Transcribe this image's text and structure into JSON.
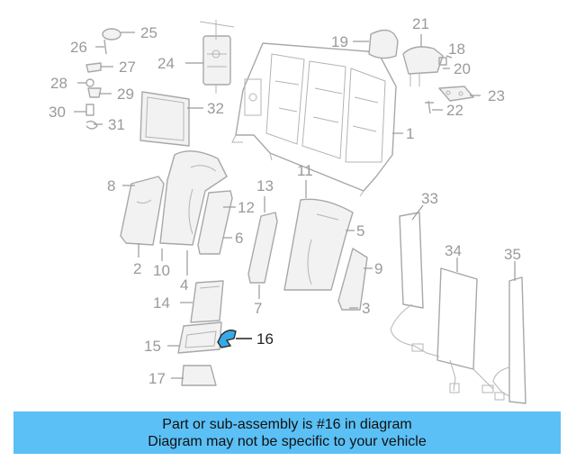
{
  "diagram": {
    "highlighted_part": "16",
    "colors": {
      "highlight": "#39a9e6",
      "banner": "#5bc0f5",
      "parts": "#a8a8a8",
      "active_label": "#222222"
    },
    "callouts": {
      "c1": "1",
      "c2": "2",
      "c3": "3",
      "c4": "4",
      "c5": "5",
      "c6": "6",
      "c7": "7",
      "c8": "8",
      "c9": "9",
      "c10": "10",
      "c11": "11",
      "c12": "12",
      "c13": "13",
      "c14": "14",
      "c15": "15",
      "c16": "16",
      "c17": "17",
      "c18": "18",
      "c19": "19",
      "c20": "20",
      "c21": "21",
      "c22": "22",
      "c23": "23",
      "c24": "24",
      "c25": "25",
      "c26": "26",
      "c27": "27",
      "c28": "28",
      "c29": "29",
      "c30": "30",
      "c31": "31",
      "c32": "32",
      "c33": "33",
      "c34": "34",
      "c35": "35"
    }
  },
  "banner": {
    "line1": "Part or sub-assembly is #16 in diagram",
    "line2": "Diagram may not be specific to your vehicle"
  }
}
